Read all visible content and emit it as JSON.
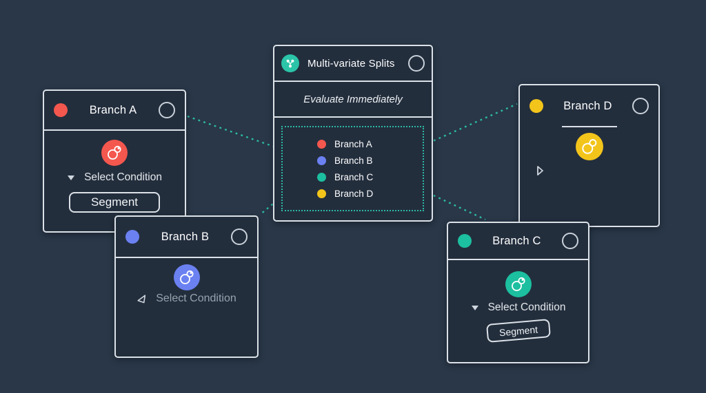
{
  "background_color": "#293748",
  "palette": {
    "card_background": "#232e3d",
    "card_border": "#dce2e8",
    "connector": "#2cbaa4",
    "split_icon_background": "#2bc4a8"
  },
  "center_card": {
    "icon": "multivariate-split-icon",
    "title": "Multi-variate Splits",
    "subtitle": "Evaluate Immediately",
    "branches": [
      {
        "label": "Branch A",
        "color": "#f4574e"
      },
      {
        "label": "Branch B",
        "color": "#6b81f2"
      },
      {
        "label": "Branch C",
        "color": "#1cbf9f"
      },
      {
        "label": "Branch D",
        "color": "#f3c51b"
      }
    ]
  },
  "branch_a": {
    "title": "Branch A",
    "color": "#f4574e",
    "icon": "segment-icon",
    "select_label": "Select Condition",
    "button_label": "Segment"
  },
  "branch_b": {
    "title": "Branch B",
    "color": "#6b81f2",
    "icon": "segment-icon",
    "select_label": "Select Condition"
  },
  "branch_c": {
    "title": "Branch C",
    "color": "#1cbf9f",
    "icon": "segment-icon",
    "select_label": "Select Condition",
    "button_label": "Segment"
  },
  "branch_d": {
    "title": "Branch D",
    "color": "#f3c51b",
    "icon": "segment-icon"
  },
  "icons": {
    "header_circle": "connection-circle",
    "caret": "caret-down-icon",
    "cursor_left": "cursor-arrow-left-icon",
    "cursor_right": "cursor-arrow-right-icon"
  },
  "connectors": [
    {
      "from": "branch-a-card",
      "to": "multi-variate-splits-card"
    },
    {
      "from": "multi-variate-splits-card",
      "to": "branch-b-card"
    },
    {
      "from": "multi-variate-splits-card",
      "to": "branch-d-card"
    },
    {
      "from": "multi-variate-splits-card",
      "to": "branch-c-card"
    }
  ]
}
